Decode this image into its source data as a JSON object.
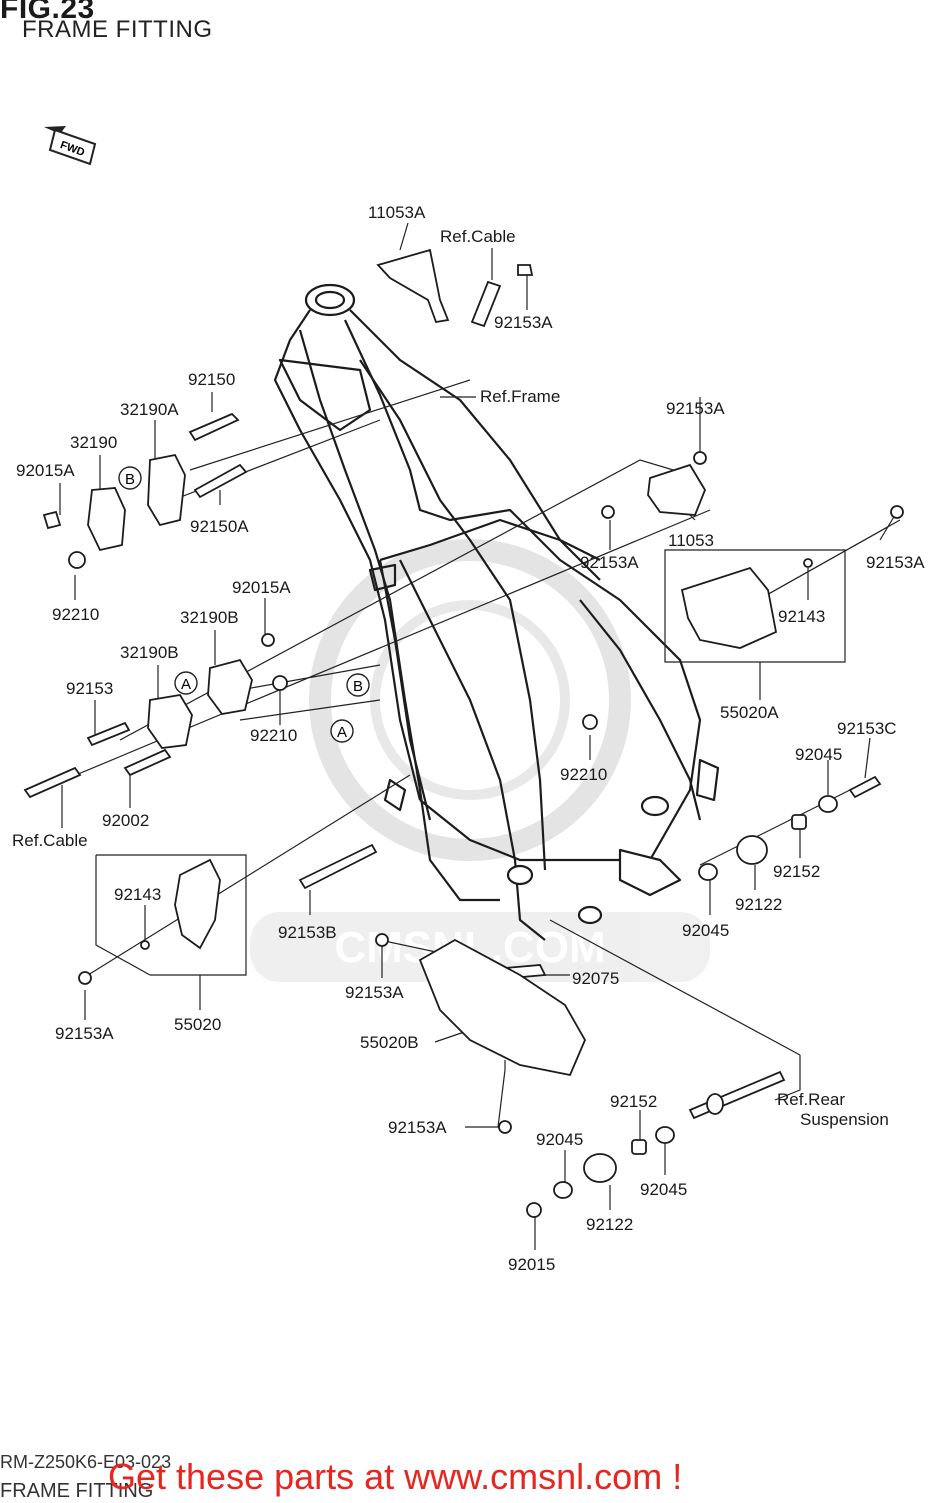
{
  "figure": {
    "title": "FIG.23",
    "subtitle": "FRAME FITTING",
    "code": "RM-Z250K6-E03-023",
    "footer_subtitle": "FRAME FITTING",
    "fwd": "FWD"
  },
  "watermark": {
    "text": "CMSNL.COM"
  },
  "cta": {
    "text": "Get these parts at www.cmsnl.com !"
  },
  "markers": {
    "a": "A",
    "b": "B"
  },
  "labels": {
    "p11053A": "11053A",
    "refCable1": "Ref.Cable",
    "p92153A_1": "92153A",
    "refFrame": "Ref.Frame",
    "p92150": "92150",
    "p32190A": "32190A",
    "p32190": "32190",
    "p92015A_1": "92015A",
    "p92150A": "92150A",
    "p92210_1": "92210",
    "p92015A_2": "92015A",
    "p32190B_1": "32190B",
    "p32190B_2": "32190B",
    "p92153": "92153",
    "p92210_2": "92210",
    "p92002": "92002",
    "refCable2": "Ref.Cable",
    "p92153A_2": "92153A",
    "p11053": "11053",
    "p92153A_3": "92153A",
    "p92153A_4": "92153A",
    "p92143_1": "92143",
    "p55020A": "55020A",
    "p92153C": "92153C",
    "p92045_1": "92045",
    "p92210_3": "92210",
    "p92152_1": "92152",
    "p92122_1": "92122",
    "p92045_2": "92045",
    "p92143_2": "92143",
    "p92153B": "92153B",
    "p92075": "92075",
    "p92153A_5": "92153A",
    "p55020": "55020",
    "p92153A_6": "92153A",
    "p55020B": "55020B",
    "p92152_2": "92152",
    "refRear1": "Ref.Rear",
    "refRear2": "Suspension",
    "p92153A_7": "92153A",
    "p92045_3": "92045",
    "p92045_4": "92045",
    "p92122_2": "92122",
    "p92015": "92015"
  }
}
